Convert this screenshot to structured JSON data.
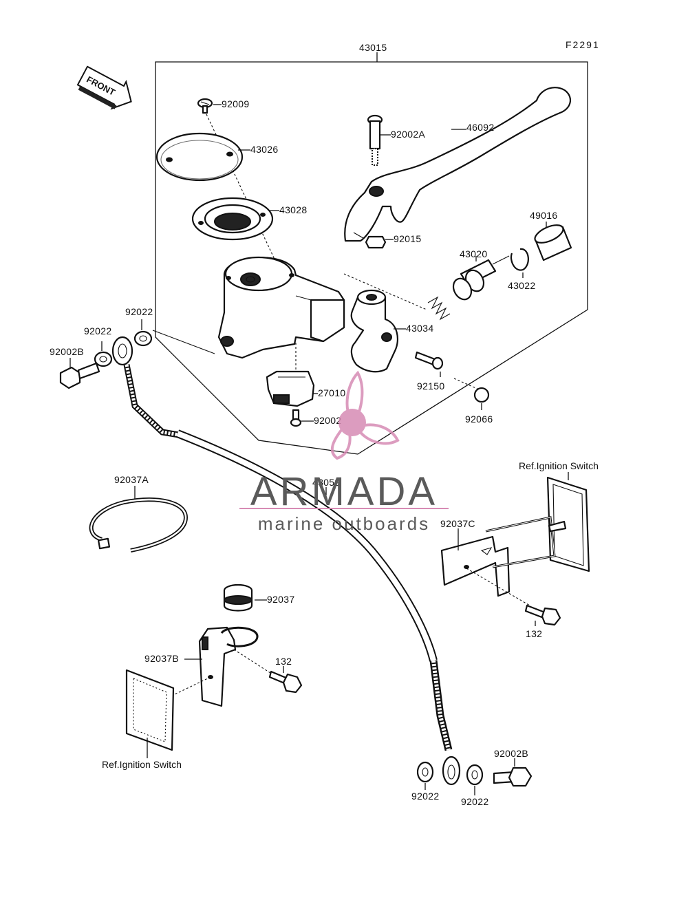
{
  "figure_id": "F2291",
  "front_label": "FRONT",
  "watermark": {
    "brand": "ARMADA",
    "tagline": "marine outboards",
    "accent_color": "#d78bb4",
    "text_color": "#5a5a5a"
  },
  "labels": {
    "assembly": "43015",
    "cap_screw": "92009",
    "reservoir_cap": "43026",
    "diaphragm": "43028",
    "lever_pivot_bolt": "92002A",
    "lever": "46092",
    "lever_nut": "92015",
    "dust_boot": "49016",
    "piston_assy": "43020",
    "circlip": "43022",
    "washer_top": "92022",
    "washer_left": "92022",
    "banjo_bolt_left": "92002B",
    "clamp": "43034",
    "clamp_bolt": "92150",
    "switch": "27010",
    "switch_screw": "92002",
    "cap_plug": "92066",
    "hose": "43059",
    "band": "92037A",
    "bracket_right": "92037C",
    "ref_switch_right": "Ref.Ignition Switch",
    "bolt_right": "132",
    "grommet": "92037",
    "bracket_left": "92037B",
    "bolt_left": "132",
    "ref_switch_left": "Ref.Ignition Switch",
    "washer_bottom_left": "92022",
    "washer_bottom_right": "92022",
    "banjo_bolt_bottom": "92002B"
  }
}
